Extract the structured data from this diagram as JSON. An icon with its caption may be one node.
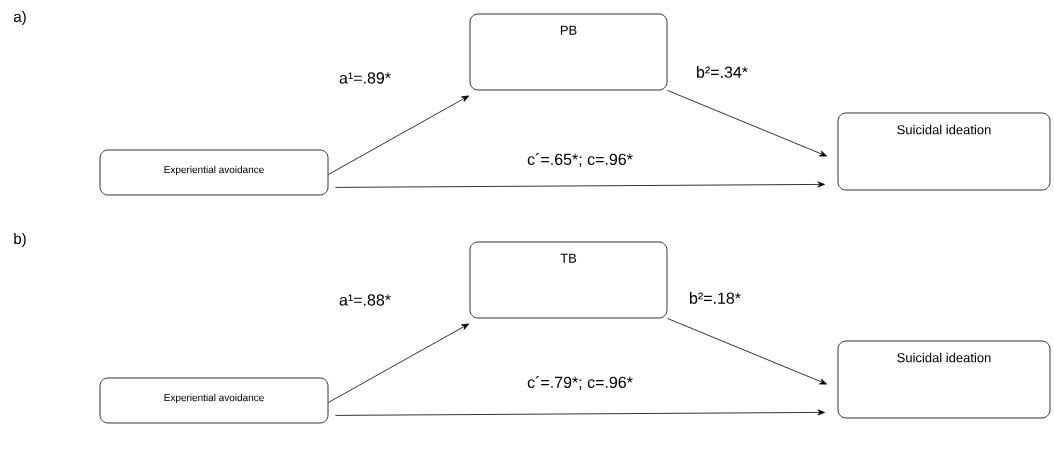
{
  "diagram": {
    "nodes": [
      {
        "text": [
          "Experiential avoidance"
        ]
      },
      {
        "text": [
          "PB"
        ]
      },
      {
        "text": [
          "Suicidal ideation"
        ]
      },
      {
        "text": [
          "Experiential avoidance"
        ]
      },
      {
        "text": [
          "TB"
        ]
      },
      {
        "text": [
          "Suicidal ideation"
        ]
      }
    ],
    "edges": [
      {
        "from": 0,
        "to": 1,
        "arrow": "to",
        "label": "a¹=.89*"
      },
      {
        "from": 1,
        "to": 2,
        "arrow": "to",
        "label": "b²=.34*"
      },
      {
        "from": 0,
        "to": 2,
        "arrow": "to",
        "label": "c´=.65*; c=.96*"
      },
      {
        "from": 3,
        "to": 4,
        "arrow": "to",
        "label": "a¹=.88*"
      },
      {
        "from": 4,
        "to": 5,
        "arrow": "to",
        "label": "b²=.18*"
      },
      {
        "from": 3,
        "to": 5,
        "arrow": "to",
        "label": "c´=.79*; c=.96*"
      }
    ],
    "labels": [
      "a)",
      "b)"
    ]
  }
}
